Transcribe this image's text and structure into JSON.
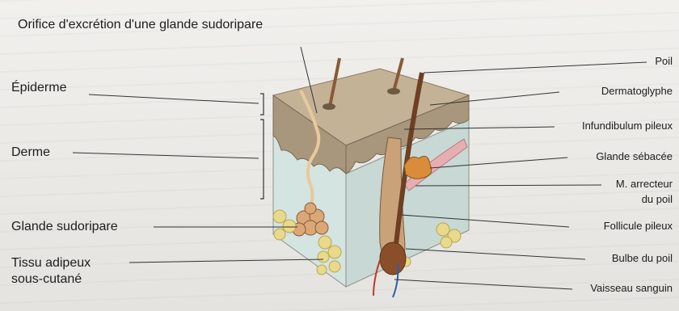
{
  "title": "Orifice d'excrétion d'une glande sudoripare",
  "labels_left": {
    "epiderme": "Épiderme",
    "derme": "Derme",
    "glande_sudoripare": "Glande sudoripare",
    "tissu_adipeux_line1": "Tissu adipeux",
    "tissu_adipeux_line2": "sous-cutané"
  },
  "labels_right": {
    "poil": "Poil",
    "dermatoglyphe": "Dermatoglyphe",
    "infundibulum": "Infundibulum pileux",
    "glande_sebacee": "Glande sébacée",
    "arrecteur_line1": "M. arrecteur",
    "arrecteur_line2": "du poil",
    "follicule": "Follicule pileux",
    "bulbe": "Bulbe du poil",
    "vaisseau": "Vaisseau sanguin"
  },
  "colors": {
    "epidermis": "#b9a68a",
    "dermis_front": "#d2e2df",
    "dermis_side": "#c9d9d6",
    "hair": "#7a4a2a",
    "fat": "#e9d98a",
    "gland": "#d5a06a",
    "muscle": "#e6aeb0",
    "vessel_red": "#c0392b",
    "vessel_blue": "#2b5fa8"
  }
}
